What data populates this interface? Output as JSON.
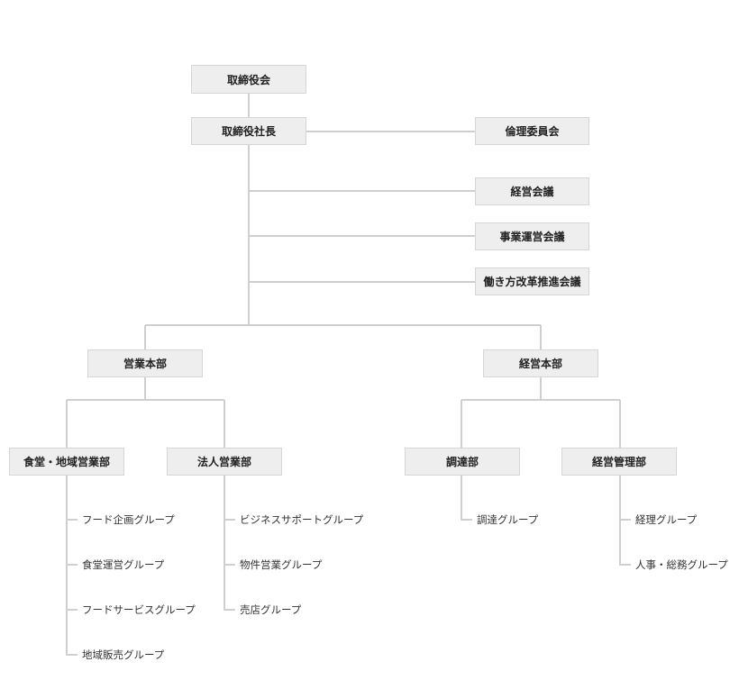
{
  "colors": {
    "line": "#cfcfcf",
    "box_fill": "#eeeeee",
    "box_border": "#d6d6d6",
    "text": "#222222"
  },
  "board": "取締役会",
  "president": "取締役社長",
  "ethics_committee": "倫理委員会",
  "meetings": [
    "経営会議",
    "事業運営会議",
    "働き方改革推進会議"
  ],
  "divisions": {
    "sales": {
      "label": "営業本部",
      "departments": [
        {
          "label": "食堂・地域営業部",
          "groups": [
            "フード企画グループ",
            "食堂運営グループ",
            "フードサービスグループ",
            "地域販売グループ"
          ]
        },
        {
          "label": "法人営業部",
          "groups": [
            "ビジネスサポートグループ",
            "物件営業グループ",
            "売店グループ"
          ]
        }
      ]
    },
    "management": {
      "label": "経営本部",
      "departments": [
        {
          "label": "調達部",
          "groups": [
            "調達グループ"
          ]
        },
        {
          "label": "経営管理部",
          "groups": [
            "経理グループ",
            "人事・総務グループ"
          ]
        }
      ]
    }
  }
}
